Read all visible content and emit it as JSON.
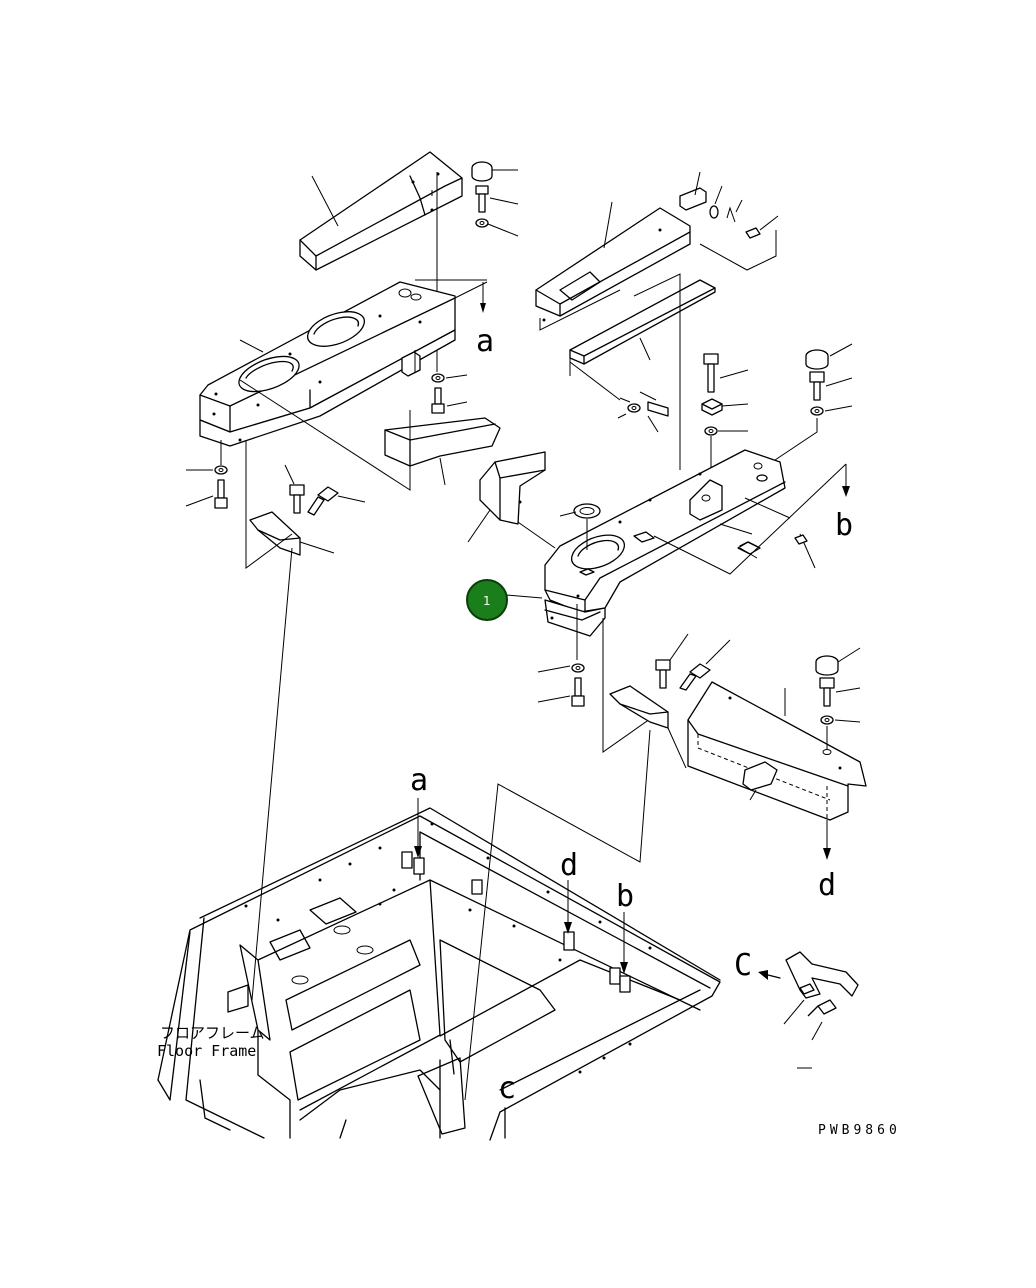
{
  "diagram": {
    "drawing_code": "PWB9860",
    "floor_frame_label_jp": "フロアフレーム",
    "floor_frame_label_en": "Floor Frame",
    "callout": {
      "number": "1",
      "color": "#1a7f1a"
    },
    "reference_letters": {
      "a_top": "a",
      "a_bottom": "a",
      "b_right": "b",
      "b_bottom": "b",
      "d_right": "d",
      "d_bottom": "d",
      "c_detail": "C",
      "c_frame": "c"
    }
  }
}
